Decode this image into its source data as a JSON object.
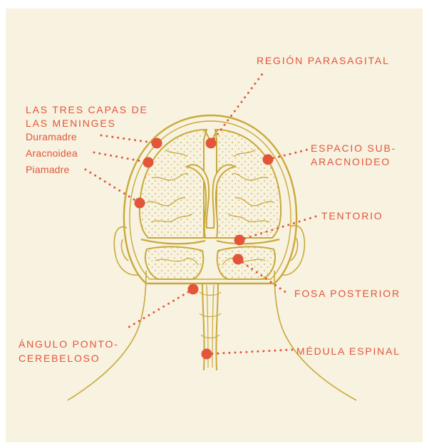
{
  "labels": {
    "region_parasagital": "REGIÓN PARASAGITAL",
    "meninges_line1": "LAS TRES CAPAS DE",
    "meninges_line2": "LAS MENINGES",
    "duramadre": "Duramadre",
    "aracnoidea": "Aracnoidea",
    "piamadre": "Piamadre",
    "espacio_line1": "ESPACIO SUB-",
    "espacio_line2": "ARACNOIDEO",
    "tentorio": "TENTORIO",
    "fosa_posterior": "FOSA POSTERIOR",
    "angulo_line1": "ÁNGULO PONTO-",
    "angulo_line2": "CEREBELOSO",
    "medula": "MÉDULA ESPINAL"
  },
  "colors": {
    "background": "#f8f2e0",
    "illustration": "#c8a93a",
    "accent": "#e2553a"
  }
}
